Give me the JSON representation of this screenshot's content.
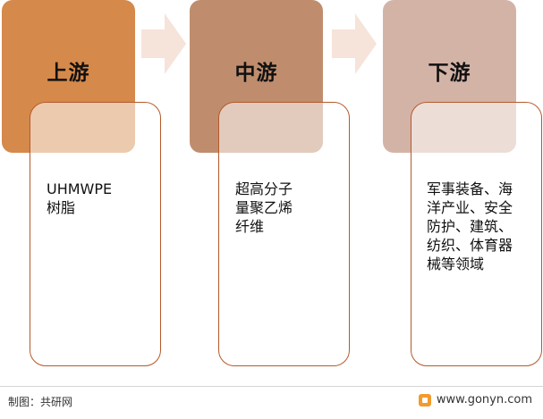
{
  "stages": [
    {
      "title": "上游",
      "description": "UHMWPE\n树脂",
      "color": "#d5894a"
    },
    {
      "title": "中游",
      "description": "超高分子\n量聚乙烯\n纤维",
      "color": "#bf8d6e"
    },
    {
      "title": "下游",
      "description": "军事装备、海\n洋产业、安全\n防护、建筑、\n纺织、体育器\n械等领域",
      "color": "#d4b3a7"
    }
  ],
  "arrow_color": "#f6e3da",
  "card_border_color": "#b5592a",
  "footer": {
    "source": "制图：共研网",
    "website": "www.gonyn.com"
  }
}
